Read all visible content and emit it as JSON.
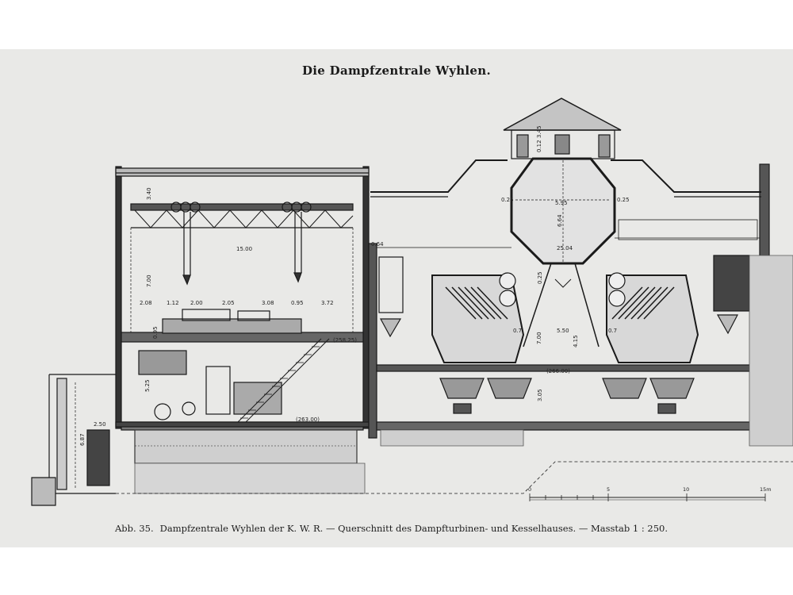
{
  "page": {
    "title": "Die Dampfzentrale Wyhlen.",
    "caption": {
      "figure_label": "Abb. 35.",
      "text": "Dampfzentrale Wyhlen der K. W. R. — Querschnitt des Dampfturbinen- und Kesselhauses. — Masstab 1 : 250."
    }
  },
  "drawing": {
    "dimensions": {
      "hall_span": "15.00",
      "crane_height": "3.40",
      "hall_height": "7.00",
      "segments": [
        "2.08",
        "1.12",
        "2.00",
        "2.05",
        "3.08",
        "0.95",
        "3.72"
      ],
      "basement_height": "5.25",
      "left_shaft": "2.50",
      "shaft_height": "6.87",
      "floor_elev_1": "(258.25)",
      "floor_elev_2": "(263.00)",
      "wall_thickness": "0.64",
      "boiler_span": "25.04",
      "bunker_width": "5.95",
      "bunker_height": "6.64",
      "roof_w1": "3.45",
      "roof_w2": "0.12",
      "bunker_wall_l": "0.25",
      "bunker_wall_r": "0.25",
      "boiler_gap": "5.50",
      "boiler_depth": "7.00",
      "boiler_depth_2": "4.15",
      "chute_l": "0.7",
      "chute_r": "0.7",
      "small_dim": "0.25",
      "ash_depth": "3.05",
      "boiler_floor_elev": "(266.00)",
      "left_extra": "0.95"
    },
    "scale_bar": {
      "ticks": [
        "0",
        "5",
        "10",
        "15m"
      ]
    }
  }
}
